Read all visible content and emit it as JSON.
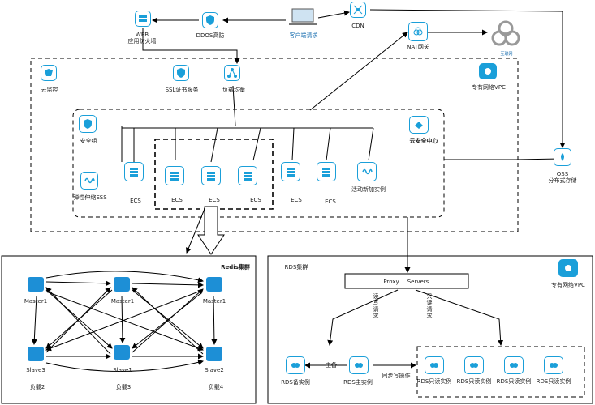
{
  "labels": {
    "waf": "WEB\n应用防火墙",
    "ddos": "DDOS高防",
    "client": "客户端请求",
    "cdn": "CDN",
    "nat": "NAT网关",
    "internet": "互联网",
    "monitor": "云监控",
    "ssl": "SSL证书服务",
    "slb": "负载均衡",
    "vpc": "专有网络VPC",
    "secgroup": "安全组",
    "sec_center": "云安全中心",
    "ess": "弹性伸缩ESS",
    "ecs": "ECS",
    "new_instance": "活动新加实例",
    "oss": "OSS\n分布式存储",
    "redis_title": "Redis集群",
    "rds_title": "RDS集群",
    "vpc2": "专有网络VPC",
    "proxy": "Proxy",
    "servers": "Servers",
    "rw": "读\n写\n请\n求",
    "ro": "只\n读\n请\n求",
    "master": "主备",
    "sync": "同步写操作",
    "rds_backup": "RDS备实例",
    "rds_main": "RDS主实例",
    "rds_ro": "RDS只读实例",
    "master1": "Master1",
    "master2": "Master1",
    "master3": "Master1",
    "slave1": "Slave3",
    "slave2": "Slave1",
    "slave3": "Slave2",
    "load2": "负载2",
    "load3": "负载3",
    "load4": "负载4"
  },
  "colors": {
    "icon": "#1a9fd9",
    "line": "#000000",
    "nat_ring": "#8a8a8a"
  }
}
